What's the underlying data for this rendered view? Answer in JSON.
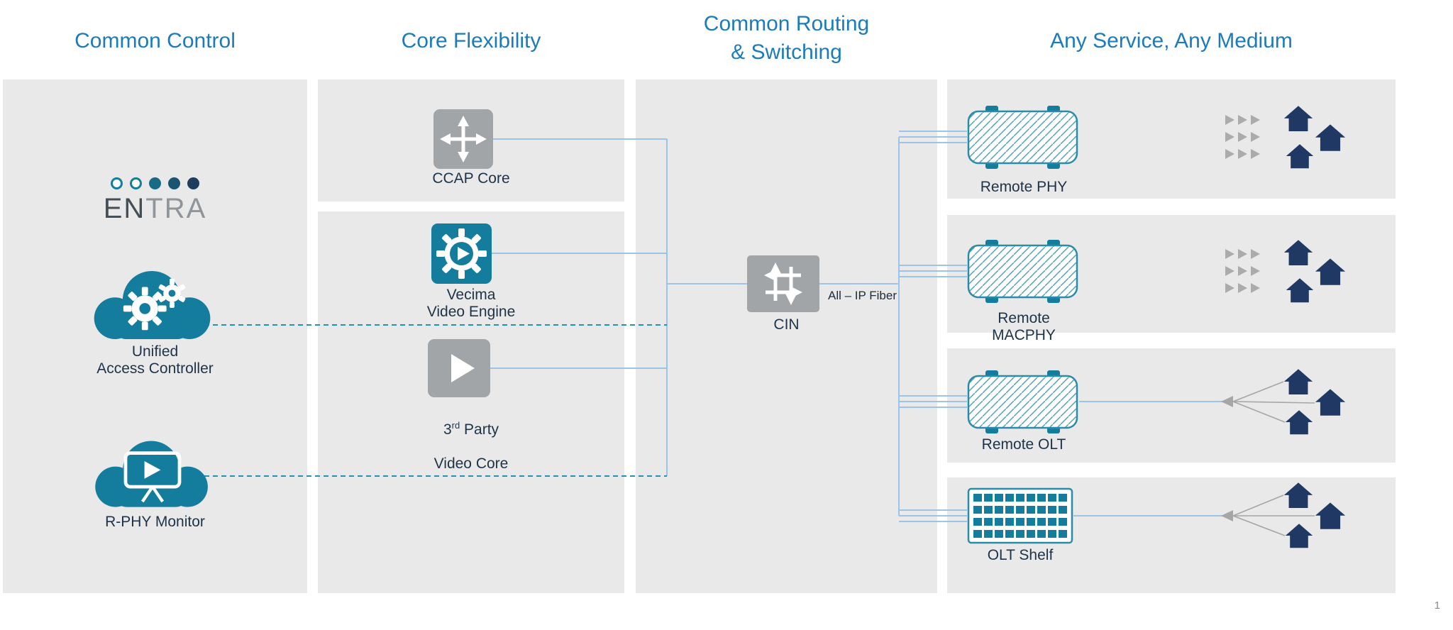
{
  "titles": {
    "common_control": "Common Control",
    "core_flexibility": "Core Flexibility",
    "routing_switching": "Common Routing\n& Switching",
    "any_service": "Any Service, Any Medium"
  },
  "control": {
    "logo_en": "EN",
    "logo_tra": "TRA",
    "uac_label": "Unified\nAccess Controller",
    "rphy_label": "R-PHY Monitor"
  },
  "core": {
    "ccap_label": "CCAP Core",
    "vecima_label": "Vecima\nVideo Engine",
    "third_party": {
      "num": "3",
      "ord": "rd",
      "rest": " Party",
      "line2": "Video Core"
    }
  },
  "routing": {
    "cin_label": "CIN",
    "fiber_label": "All – IP Fiber"
  },
  "service": {
    "panels": [
      {
        "label": "Remote PHY"
      },
      {
        "label": "Remote MACPHY"
      },
      {
        "label": "Remote OLT"
      },
      {
        "label": "OLT Shelf"
      }
    ]
  },
  "page_number": "1",
  "colors": {
    "title_blue": "#1C7BBA",
    "teal": "#147C9C",
    "device_stroke": "#2B8CA8",
    "house_navy": "#1F3864",
    "label_navy": "#1E3348",
    "icon_gray": "#A1A5A8",
    "chevron_gray": "#ABABAB",
    "panel_gray": "#E9E9E9",
    "connector_blue": "#9DC3E6",
    "dashed_teal": "#2E8FAD"
  },
  "icons": {
    "entra_dots": "five-dot-logo",
    "uac": "cloud-gears-icon",
    "rphy": "cloud-monitor-icon",
    "ccap": "four-way-arrows-icon",
    "vecima": "gear-play-icon",
    "third_party": "play-icon",
    "cin": "crossing-arrows-icon",
    "remote_device": "hatched-node-icon",
    "olt_shelf": "port-shelf-icon",
    "homes": "house-icon",
    "delivery": "chevron-arrows-icon"
  }
}
